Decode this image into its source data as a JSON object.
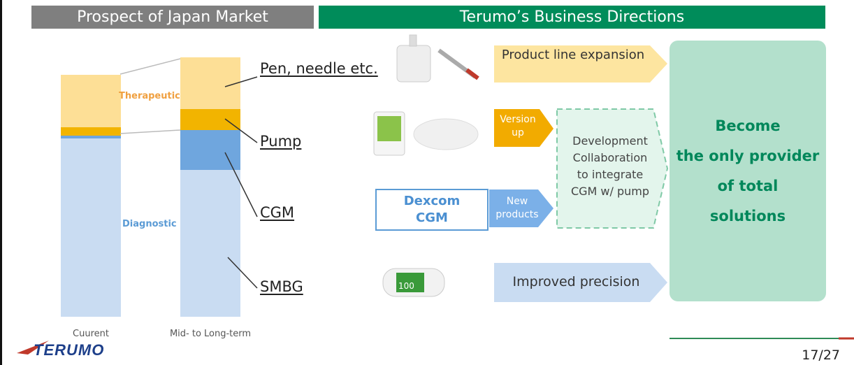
{
  "header": {
    "left_title": "Prospect of Japan Market",
    "right_title": "Terumo’s Business Directions"
  },
  "chart_data": {
    "type": "bar",
    "stacked": true,
    "categories": [
      "Cuurent",
      "Mid- to Long-term"
    ],
    "series": [
      {
        "name": "SMBG",
        "values": [
          255,
          210
        ]
      },
      {
        "name": "CGM",
        "values": [
          4,
          57
        ]
      },
      {
        "name": "Pump",
        "values": [
          12,
          30
        ]
      },
      {
        "name": "Pen, needle etc.",
        "values": [
          75,
          74
        ]
      }
    ],
    "in_bar_labels": {
      "therapeutic": "Therapeutic",
      "diagnostic": "Diagnostic"
    },
    "segment_labels": [
      "Pen, needle etc.",
      "Pump",
      "CGM",
      "SMBG"
    ],
    "colors": {
      "SMBG": "#c9dcf2",
      "CGM": "#6fa6de",
      "Pump": "#f2b400",
      "Pen, needle etc.": "#fddf96"
    }
  },
  "directions": {
    "product_line": "Product line expansion",
    "version_up": "Version up",
    "new_products": "New products",
    "dexcom": [
      "Dexcom",
      "CGM"
    ],
    "development": [
      "Development",
      "Collaboration",
      "to integrate",
      "CGM w/ pump"
    ],
    "improved_precision": "Improved precision",
    "provider": [
      "Become",
      "the only provider",
      "of total",
      "solutions"
    ]
  },
  "device_readout": "100",
  "colors": {
    "green": "#00875a",
    "header_gray": "#7f7f7f",
    "header_green": "#008c5a",
    "chevron_yellow": "#fde5a0",
    "chevron_orange": "#f2ab00",
    "chevron_blue": "#7bb0e8",
    "chevron_light_blue": "#c9dcf2"
  },
  "footer": {
    "logo": "TERUMO",
    "page": "17/27"
  }
}
